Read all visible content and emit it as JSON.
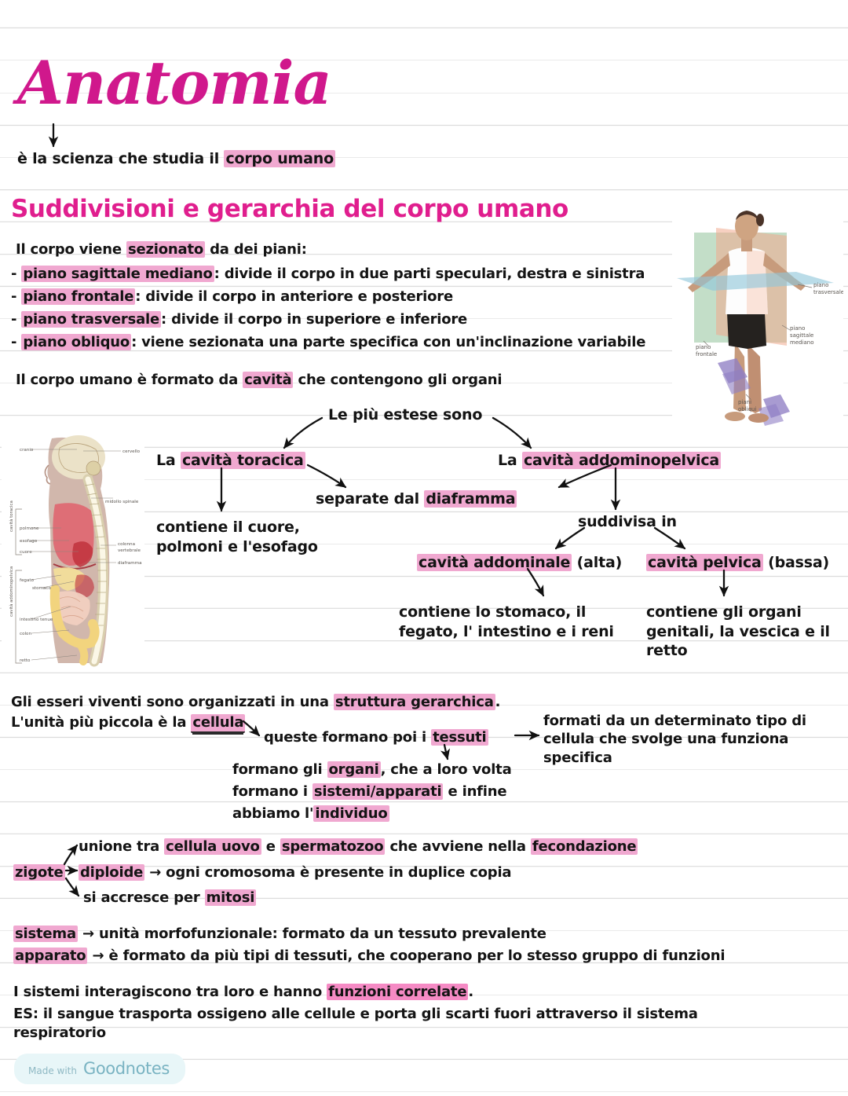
{
  "page": {
    "title": "Anatomia",
    "subtitle_line": "è la scienza che studia il ",
    "subtitle_highlight": "corpo umano"
  },
  "section_heading": "Suddivisioni e gerarchia del corpo umano",
  "planes_block": {
    "intro_pre": "Il corpo viene ",
    "intro_hl": "sezionato",
    "intro_post": " da dei piani:",
    "items": [
      {
        "dash": "-",
        "term": "piano sagittale mediano",
        "desc": ": divide il corpo in due parti speculari, destra e sinistra"
      },
      {
        "dash": "-",
        "term": "piano frontale",
        "desc": ": divide il corpo in anteriore e posteriore"
      },
      {
        "dash": "-",
        "term": "piano trasversale",
        "desc": ": divide il corpo in superiore e inferiore"
      },
      {
        "dash": "-",
        "term": "piano obliquo",
        "desc": ": viene sezionata una parte specifica con un'inclinazione variabile"
      }
    ],
    "cavity_intro_pre": "Il corpo umano è formato da ",
    "cavity_intro_hl": "cavità",
    "cavity_intro_post": " che contengono gli organi"
  },
  "planes_figure": {
    "label_trasversale": "piano\ntrasversale",
    "label_trasversale_l1": "piano",
    "label_trasversale_l2": "trasversale",
    "label_sagittale_l1": "piano",
    "label_sagittale_l2": "sagittale",
    "label_sagittale_l3": "mediano",
    "label_frontale_l1": "piano",
    "label_frontale_l2": "frontale",
    "label_obliqui_l1": "piani",
    "label_obliqui_l2": "obliqui"
  },
  "torso_figure": {
    "cranio": "cranio",
    "cervello": "cervello",
    "midollo": "midollo spinale",
    "polmone": "polmone",
    "esofago": "esofago",
    "cuore": "cuore",
    "colonna_l1": "colonna",
    "colonna_l2": "vertebrale",
    "diaframma": "diaframma",
    "fegato": "fegato",
    "stomaco": "stomaco",
    "intestino": "intestino tenue",
    "colon": "colon",
    "retto": "retto",
    "bracket_toracica": "cavità toracica",
    "bracket_addominopelvica": "cavità addominopelvica"
  },
  "cavity_map": {
    "top_label": "Le più estese sono",
    "left_pre": "La ",
    "left_hl": "cavità toracica",
    "right_pre": "La ",
    "right_hl": "cavità addominopelvica",
    "middle_pre": "separate dal ",
    "middle_hl": "diaframma",
    "left_detail_l1": "contiene il cuore,",
    "left_detail_l2": "polmoni e l'esofago",
    "subdivided": "suddivisa in",
    "abd_hl": "cavità addominale",
    "abd_post": " (alta)",
    "pel_hl": "cavità pelvica",
    "pel_post": " (bassa)",
    "abd_detail_l1": "contiene lo stomaco, il",
    "abd_detail_l2": "fegato, l' intestino e i reni",
    "pel_detail_l1": "contiene gli organi",
    "pel_detail_l2": "genitali, la vescica e il",
    "pel_detail_l3": "retto"
  },
  "hierarchy": {
    "line1_pre": "Gli esseri viventi sono organizzati in una ",
    "line1_hl": "struttura gerarchica",
    "line1_post": ".",
    "line2_pre": "L'unità più piccola è la ",
    "line2_hl": "cellula",
    "tessuti_pre": "queste formano poi i ",
    "tessuti_hl": "tessuti",
    "right_l1": "formati da un determinato tipo di",
    "right_l2": "cellula che svolge una funziona",
    "right_l3": "specifica",
    "organi_pre": "formano gli ",
    "organi_hl": "organi",
    "organi_post": ", che a loro volta",
    "sistemi_pre": "formano i ",
    "sistemi_hl": "sistemi/apparati",
    "sistemi_post": " e infine",
    "individuo_pre": "abbiamo l'",
    "individuo_hl": "individuo"
  },
  "zygote": {
    "label": "zigote",
    "branch1_pre": "unione tra ",
    "branch1_hl1": "cellula uovo",
    "branch1_mid": " e ",
    "branch1_hl2": "spermatozoo",
    "branch1_post": " che avviene nella ",
    "branch1_hl3": "fecondazione",
    "branch2_hl": "diploide",
    "branch2_post": " ogni cromosoma è presente in duplice copia",
    "branch3_pre": "si accresce per ",
    "branch3_hl": "mitosi"
  },
  "definitions": [
    {
      "term": "sistema",
      "arrow": "→",
      "desc": "unità morfofunzionale: formato da un tessuto prevalente"
    },
    {
      "term": "apparato",
      "arrow": "→",
      "desc": "è formato da più tipi di tessuti, che cooperano per lo stesso gruppo di funzioni"
    }
  ],
  "closing": {
    "line1_pre": "I sistemi interagiscono tra loro e hanno ",
    "line1_hl": "funzioni correlate",
    "line1_post": ".",
    "line2": "ES: il sangue trasporta ossigeno alle cellule e porta gli scarti fuori attraverso il sistema",
    "line3": "respiratorio"
  },
  "watermark": {
    "made_with": "Made with",
    "brand": "Goodnotes"
  },
  "colors": {
    "title_pink": "#d0188c",
    "heading_pink": "#e01e8e",
    "highlight": "#f0a8d0",
    "highlight_strong": "#f58ac4",
    "rule_line": "#dcdcdc",
    "ink": "#141414",
    "goodnotes_teal": "#79b3c2"
  }
}
